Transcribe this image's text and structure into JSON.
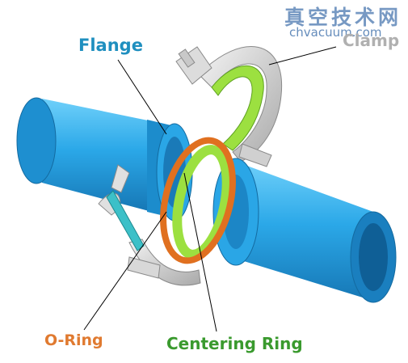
{
  "watermark": {
    "chinese": "真空技术网",
    "url": "chvacuum.com",
    "color": "#4a78b0"
  },
  "labels": {
    "flange": "Flange",
    "clamp": "Clamp",
    "o_ring": "O-Ring",
    "centering_ring": "Centering Ring"
  },
  "colors": {
    "flange_label": "#1f8fbf",
    "clamp_label": "#b0b0b0",
    "o_ring_label": "#e07a30",
    "centering_ring_label": "#3a9a2e",
    "pipe": "#2ba8e8",
    "pipe_dark": "#1a80c0",
    "o_ring": "#e07020",
    "centering_ring": "#9ce040",
    "clamp_body": "#e4e4e4",
    "clamp_shade": "#a8a8a8"
  }
}
